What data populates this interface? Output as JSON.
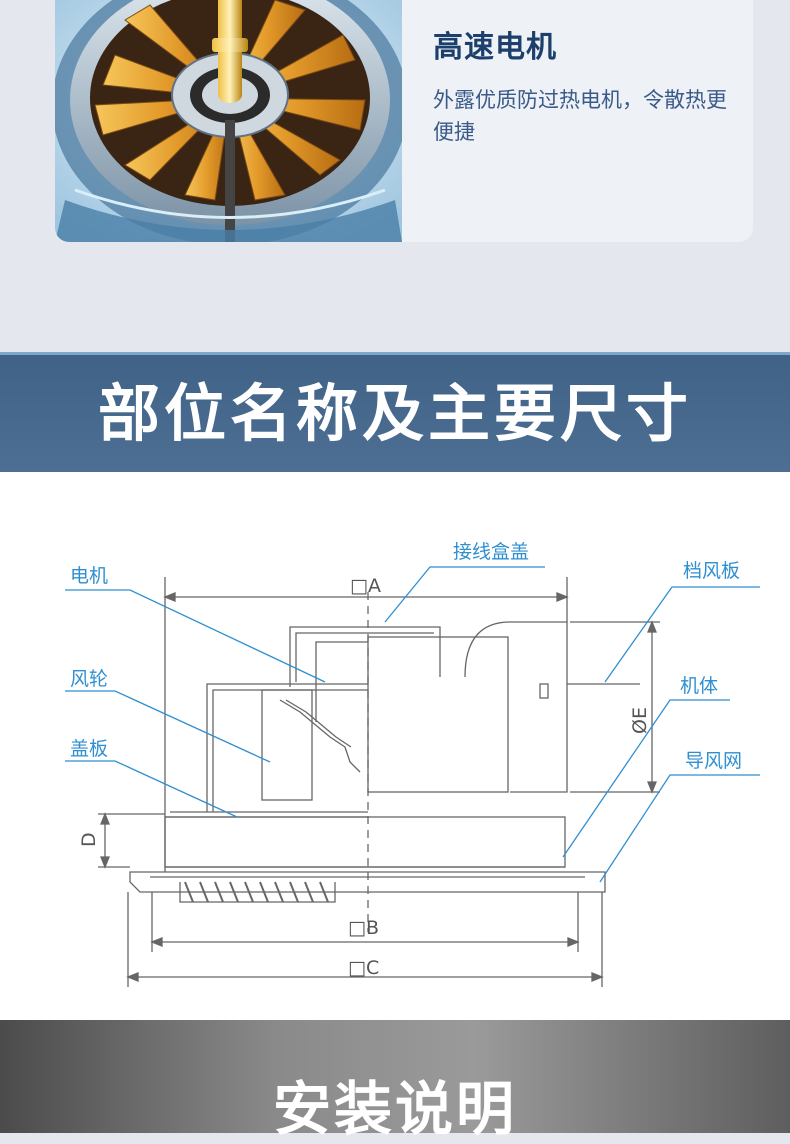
{
  "feature": {
    "title": "高速电机",
    "description": "外露优质防过热电机，令散热更便捷",
    "image_icon": "motor-illustration"
  },
  "section": {
    "title": "部位名称及主要尺寸"
  },
  "diagram": {
    "parts": {
      "motor": "电机",
      "fan_wheel": "风轮",
      "cover_plate": "盖板",
      "junction_box_cover": "接线盒盖",
      "damper": "档风板",
      "body": "机体",
      "air_guide_grille": "导风网"
    },
    "dimensions": {
      "a": "□A",
      "b": "□B",
      "c": "□C",
      "d": "D",
      "e": "ØE"
    },
    "colors": {
      "label": "#2f8fd0",
      "line": "#666666"
    }
  },
  "install": {
    "title": "安装说明"
  }
}
